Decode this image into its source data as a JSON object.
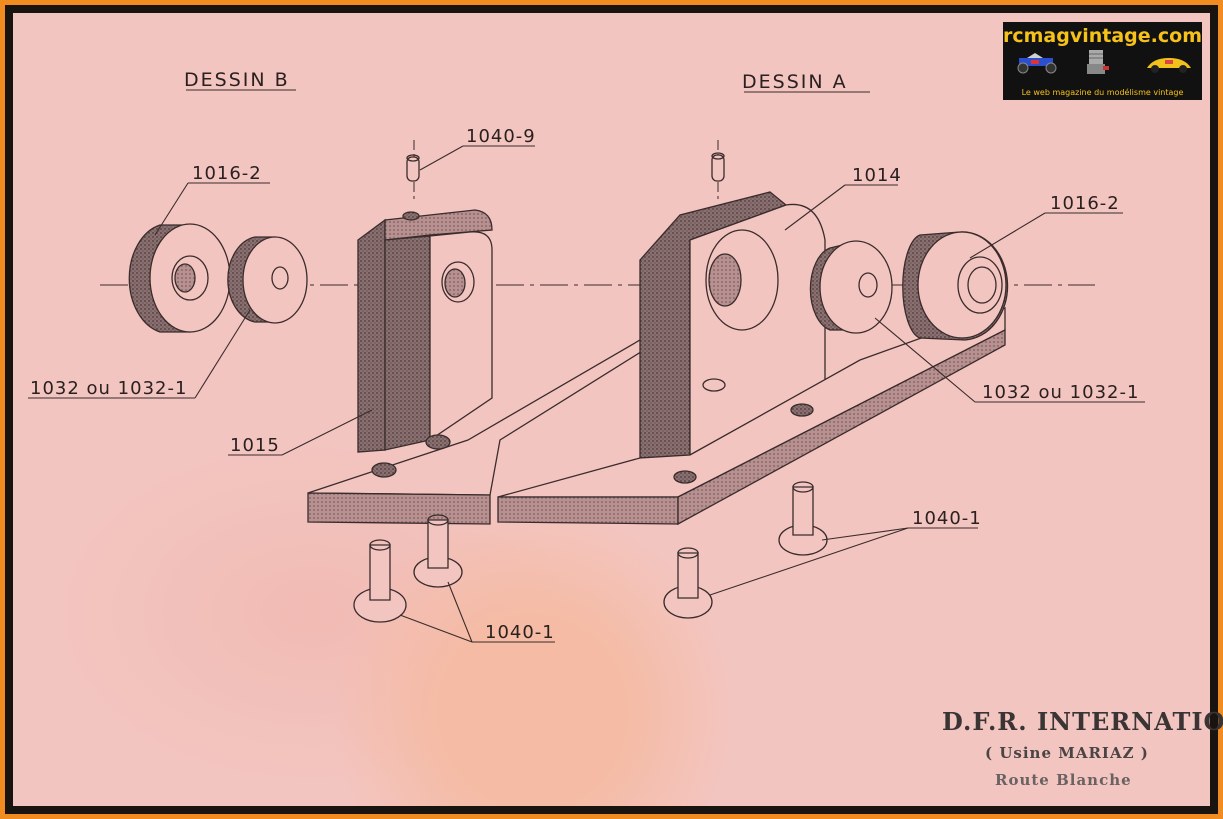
{
  "drawing": {
    "title_b": "DESSIN  B",
    "title_a": "DESSIN  A"
  },
  "labels": {
    "l_1040_9": "1040-9",
    "l_1016_2_left": "1016-2",
    "l_1014": "1014",
    "l_1016_2_right": "1016-2",
    "l_1032_left": "1032  ou  1032-1",
    "l_1032_right": "1032  ou  1032-1",
    "l_1015": "1015",
    "l_1040_1_right": "1040-1",
    "l_1040_1_bottom": "1040-1"
  },
  "stamp": {
    "line1": "D.F.R. INTERNATIONAL",
    "line2": "( Usine MARIAZ )",
    "line3": "Route Blanche"
  },
  "watermark": {
    "site": "rcmagvintage.com",
    "tagline": "Le web magazine du modélisme vintage"
  },
  "colors": {
    "paper": "#f3c5c0",
    "ink": "#2a2020",
    "frame": "#f08c20",
    "logo_text": "#f6c21a"
  }
}
